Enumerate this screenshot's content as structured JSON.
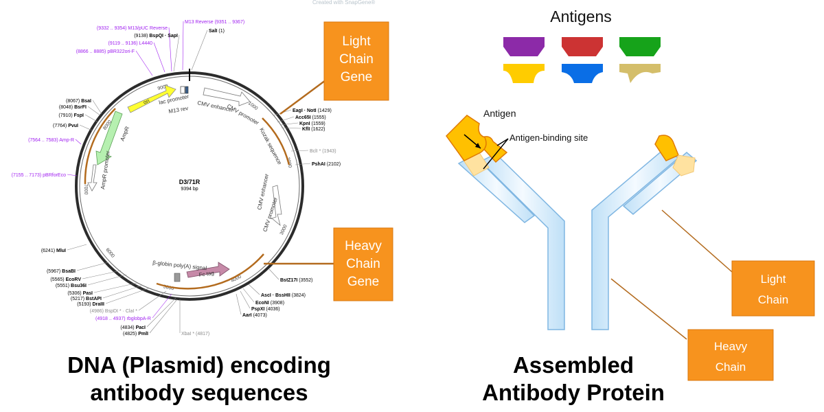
{
  "watermark": "Created with SnapGene®",
  "plasmid": {
    "name": "D3/71R",
    "size": "9394 bp",
    "ticks": [
      "1000",
      "2000",
      "3000",
      "4000",
      "5000",
      "6000",
      "7000",
      "8000",
      "9000"
    ],
    "features": [
      "ori",
      "lac promoter",
      "M13 rev",
      "CMV enhancer",
      "CMV promoter",
      "Kozak sequence",
      "CMV enhancer",
      "CMV promoter",
      "Fc tag",
      "β-globin poly(A) signal",
      "AmpR",
      "AmpR promoter"
    ],
    "sites": [
      {
        "pos": "(9332 .. 9354)",
        "name": "M13/pUC Reverse",
        "primer": true
      },
      {
        "pos": "(9351 .. 9367)",
        "name": "M13 Reverse",
        "primer": true
      },
      {
        "pos": "(1)",
        "name": "SalI",
        "primer": false
      },
      {
        "pos": "(9138)",
        "name": "BspQI · SapI",
        "primer": false
      },
      {
        "pos": "(9119 .. 9136)",
        "name": "L4440",
        "primer": true
      },
      {
        "pos": "(8866 .. 8885)",
        "name": "pBR322ori-F",
        "primer": true
      },
      {
        "pos": "(8067)",
        "name": "BsaI",
        "primer": false
      },
      {
        "pos": "(8048)",
        "name": "BsrFI",
        "primer": false
      },
      {
        "pos": "(7910)",
        "name": "FspI",
        "primer": false
      },
      {
        "pos": "(7764)",
        "name": "PvuI",
        "primer": false
      },
      {
        "pos": "(7564 .. 7583)",
        "name": "Amp-R",
        "primer": true
      },
      {
        "pos": "(7155 .. 7173)",
        "name": "pBRforEco",
        "primer": true
      },
      {
        "pos": "(6241)",
        "name": "MluI",
        "primer": false
      },
      {
        "pos": "(5967)",
        "name": "BsaBI",
        "primer": false
      },
      {
        "pos": "(5565)",
        "name": "EcoRV",
        "primer": false
      },
      {
        "pos": "(5551)",
        "name": "Bsu36I",
        "primer": false
      },
      {
        "pos": "(5306)",
        "name": "PasI",
        "primer": false
      },
      {
        "pos": "(5217)",
        "name": "BstAPI",
        "primer": false
      },
      {
        "pos": "(5193)",
        "name": "DraIII",
        "primer": false
      },
      {
        "pos": "(4986)",
        "name": "BspDI * · ClaI *",
        "primer": false,
        "faded": true
      },
      {
        "pos": "(4918 .. 4937)",
        "name": "rbglobpA-R",
        "primer": true
      },
      {
        "pos": "(4834)",
        "name": "PacI",
        "primer": false
      },
      {
        "pos": "(4825)",
        "name": "PmlI",
        "primer": false
      },
      {
        "pos": "(4817)",
        "name": "XbaI *",
        "primer": false,
        "faded": true
      },
      {
        "pos": "(1429)",
        "name": "EagI · NotI",
        "primer": false
      },
      {
        "pos": "(1555)",
        "name": "Acc65I",
        "primer": false
      },
      {
        "pos": "(1559)",
        "name": "KpnI",
        "primer": false
      },
      {
        "pos": "(1622)",
        "name": "KflI",
        "primer": false
      },
      {
        "pos": "(1943)",
        "name": "BclI *",
        "primer": false,
        "faded": true
      },
      {
        "pos": "(2102)",
        "name": "PshAI",
        "primer": false
      },
      {
        "pos": "(3552)",
        "name": "BstZ17I",
        "primer": false
      },
      {
        "pos": "(3824)",
        "name": "AscI · BssHII",
        "primer": false
      },
      {
        "pos": "(3908)",
        "name": "EcoNI",
        "primer": false
      },
      {
        "pos": "(4036)",
        "name": "PspXI",
        "primer": false
      },
      {
        "pos": "(4073)",
        "name": "AarI",
        "primer": false
      }
    ]
  },
  "callouts": {
    "light_chain_gene": [
      "Light",
      "Chain",
      "Gene"
    ],
    "heavy_chain_gene": [
      "Heavy",
      "Chain",
      "Gene"
    ],
    "light_chain": [
      "Light",
      "Chain"
    ],
    "heavy_chain": [
      "Heavy",
      "Chain"
    ]
  },
  "antigens": {
    "title": "Antigens",
    "colors": [
      "#8c2aa8",
      "#cc3333",
      "#16a31a",
      "#ffcc00",
      "#0a6ee6",
      "#d4be6a"
    ]
  },
  "antibody": {
    "antigen_label": "Antigen",
    "binding_site_label": "Antigen-binding site"
  },
  "titles": {
    "left": [
      "DNA (Plasmid) encoding",
      "antibody sequences"
    ],
    "right": [
      "Assembled",
      "Antibody Protein"
    ]
  },
  "colors": {
    "orange_box": "#f7931e",
    "primer": "#a020f0",
    "callout_line": "#b36b1e",
    "chain_fill": "#ddeefa",
    "chain_stroke": "#7fb6e2"
  }
}
